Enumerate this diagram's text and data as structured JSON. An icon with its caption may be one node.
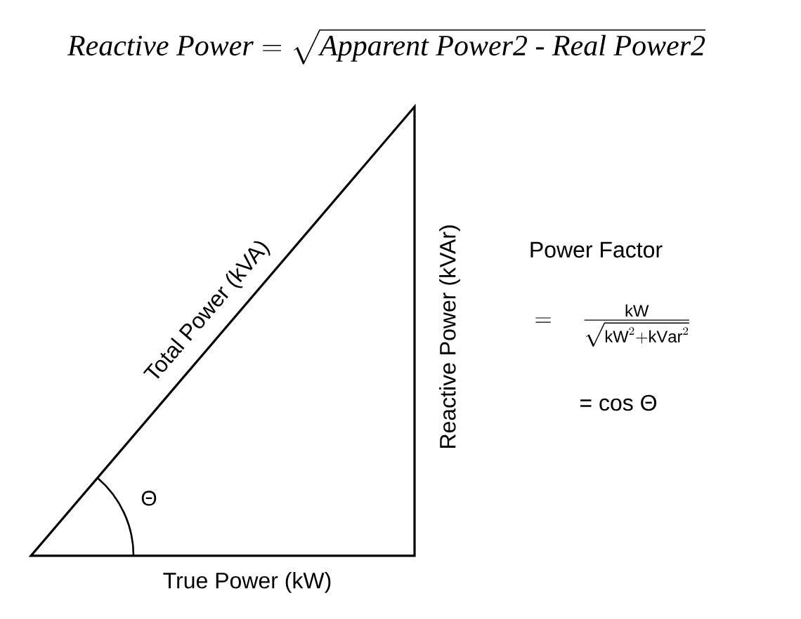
{
  "diagram": {
    "title": "\\textit{Reactive Power} =\\sqrt{\\textit{Apparent Power2 - Real Power2}}",
    "labels": [
      "Total Power (kVA)",
      "Reactive Power (kVAr)",
      "Θ",
      "True Power (kW)",
      "Power Factor",
      "=\\quad\\frac{\\mathrm{kW}}{\\sqrt{\\mathrm{kW}^{2}+\\mathrm{kVar}^{2}}}",
      "= cos Θ"
    ]
  }
}
